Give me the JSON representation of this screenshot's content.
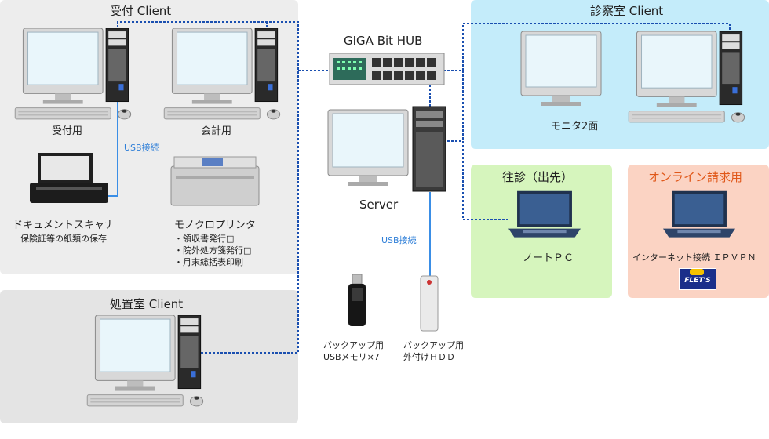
{
  "groups": {
    "reception": {
      "title": "受付 Client"
    },
    "exam": {
      "title": "診察室 Client"
    },
    "treatment": {
      "title": "処置室 Client"
    },
    "visit": {
      "title": "往診（出先）"
    },
    "online": {
      "title": "オンライン請求用"
    }
  },
  "hub": {
    "label": "GIGA Bit HUB"
  },
  "server": {
    "label": "Server"
  },
  "devices": {
    "reception_pc": "受付用",
    "accounting_pc": "会計用",
    "scanner": "ドキュメントスキャナ",
    "scanner_note": "保険証等の紙類の保存",
    "printer": "モノクロプリンタ",
    "printer_uses": [
      "・領収書発行□",
      "・院外処方箋発行□",
      "・月末総括表印刷"
    ],
    "exam_monitors": "モニタ2面",
    "notebook": "ノートＰＣ",
    "online_pc": "インターネット接続 ＩＰＶＰＮ",
    "flets_logo": "FLET'S",
    "usb_memory": [
      "バックアップ用",
      "USBメモリ×7"
    ],
    "external_hdd": [
      "バックアップ用",
      "外付けＨＤＤ"
    ]
  },
  "connections": {
    "usb_scanner": "USB接続",
    "usb_hdd": "USB接続"
  },
  "colors": {
    "gray_panel": "#ededed",
    "exam_panel": "#c4ecfa",
    "visit_panel": "#d6f5bd",
    "online_panel": "#fbd3c3",
    "lan_cable": "#1a4fb0",
    "usb_cable": "#3a8ee6",
    "online_title": "#e0581a"
  }
}
